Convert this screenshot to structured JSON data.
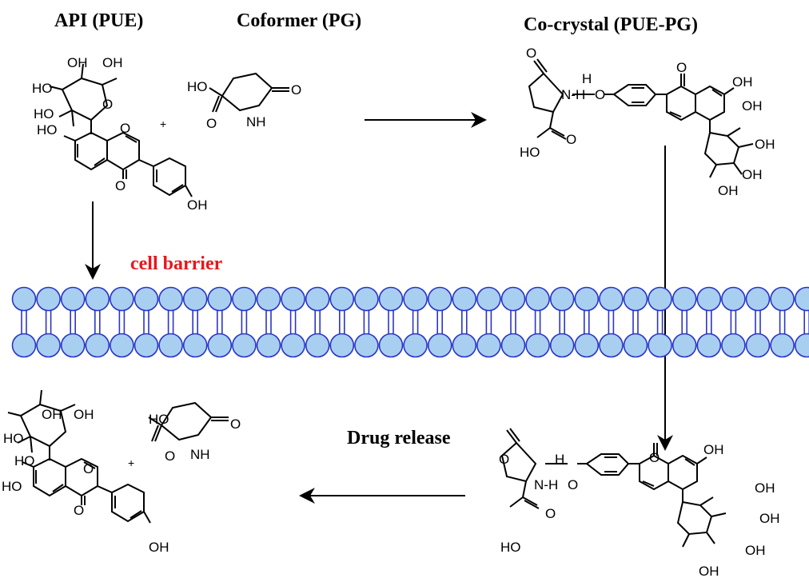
{
  "labels": {
    "api": "API (PUE)",
    "coformer": "Coformer (PG)",
    "cocrystal": "Co-crystal (PUE-PG)",
    "cell_barrier": "cell barrier",
    "drug_release": "Drug release",
    "plus": "+"
  },
  "atoms": {
    "OH": "OH",
    "HO": "HO",
    "O": "O",
    "N": "N",
    "H": "H",
    "NH": "NH",
    "N_H": "N-H"
  },
  "colors": {
    "lipid_fill": "#a8cff0",
    "lipid_stroke": "#2a35c8",
    "accent_red": "#e8161c"
  },
  "membrane": {
    "head_count": 33
  }
}
